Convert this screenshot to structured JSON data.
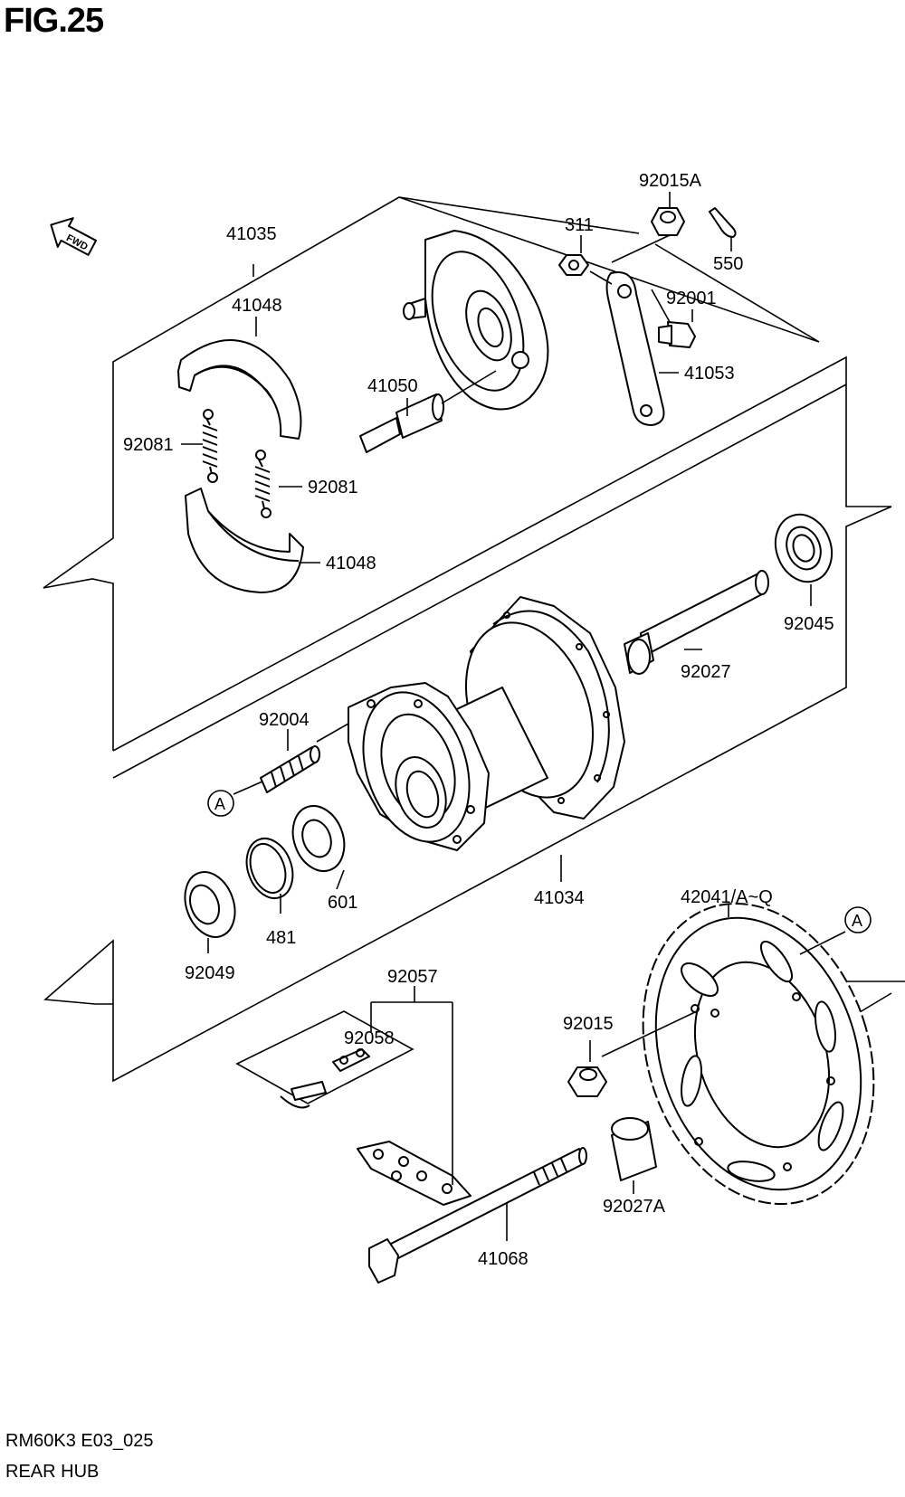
{
  "figure": {
    "title": "FIG.25",
    "code": "RM60K3 E03_025",
    "name": "REAR HUB",
    "fwd_arrow": "FWD"
  },
  "parts": {
    "p41035": "41035",
    "p41048_top": "41048",
    "p41048_bottom": "41048",
    "p92081_left": "92081",
    "p92081_right": "92081",
    "p41050": "41050",
    "p311": "311",
    "p92015A": "92015A",
    "p550": "550",
    "p92001": "92001",
    "p41053": "41053",
    "p92045": "92045",
    "p92027": "92027",
    "p92004": "92004",
    "ref_a_left": "A",
    "ref_a_right": "A",
    "p601": "601",
    "p481": "481",
    "p92049": "92049",
    "p41034": "41034",
    "p42041": "42041/A~Q",
    "p92057": "92057",
    "p92058": "92058",
    "p92015": "92015",
    "p92027A": "92027A",
    "p41068": "41068"
  }
}
